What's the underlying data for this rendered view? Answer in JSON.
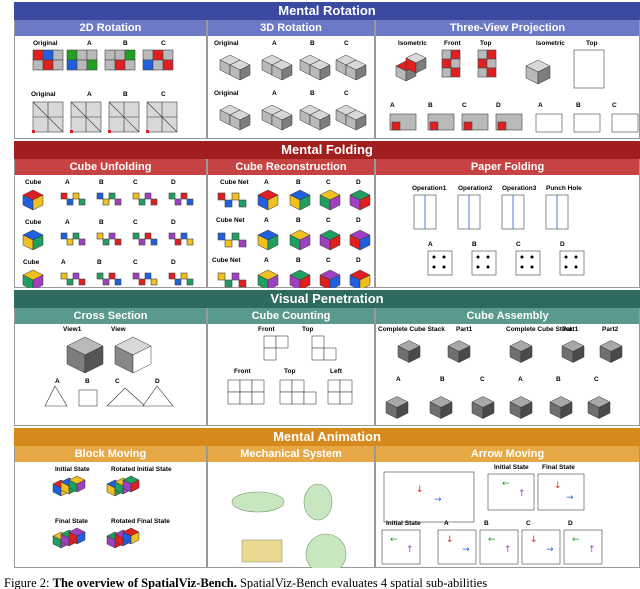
{
  "sections": [
    {
      "title": "Mental Rotation",
      "color": "#3b4aa0",
      "sub_color": "#6b79c7",
      "subs": [
        {
          "title": "2D Rotation",
          "labels": [
            "Original",
            "A",
            "B",
            "C",
            "Original",
            "A",
            "B",
            "C"
          ]
        },
        {
          "title": "3D Rotation",
          "labels": [
            "Original",
            "A",
            "B",
            "C",
            "Original",
            "A",
            "B",
            "C"
          ]
        },
        {
          "title": "Three-View Projection",
          "labels": [
            "Isometric",
            "Front",
            "Top",
            "Isometric",
            "Top",
            "A",
            "B",
            "C",
            "D",
            "A",
            "B",
            "C"
          ]
        }
      ]
    },
    {
      "title": "Mental Folding",
      "color": "#a01e1e",
      "sub_color": "#c74343",
      "subs": [
        {
          "title": "Cube Unfolding",
          "labels": [
            "Cube",
            "A",
            "B",
            "C",
            "D",
            "Cube",
            "A",
            "B",
            "C",
            "D",
            "Cube",
            "A",
            "B",
            "C",
            "D"
          ]
        },
        {
          "title": "Cube Reconstruction",
          "labels": [
            "Cube Net",
            "A",
            "B",
            "C",
            "D",
            "Cube Net",
            "A",
            "B",
            "C",
            "D",
            "Cube Net",
            "A",
            "B",
            "C",
            "D"
          ]
        },
        {
          "title": "Paper Folding",
          "labels": [
            "Operation1",
            "Operation2",
            "Operation3",
            "Punch Hole",
            "A",
            "B",
            "C",
            "D"
          ]
        }
      ]
    },
    {
      "title": "Visual Penetration",
      "color": "#2e6b5e",
      "sub_color": "#5a9a8c",
      "subs": [
        {
          "title": "Cross Section",
          "labels": [
            "View1",
            "View",
            "A",
            "B",
            "C",
            "D"
          ]
        },
        {
          "title": "Cube Counting",
          "labels": [
            "Front",
            "Top",
            "Front",
            "Top",
            "Left"
          ]
        },
        {
          "title": "Cube Assembly",
          "labels": [
            "Complete Cube Stack",
            "Part1",
            "Complete Cube Stack",
            "Part1",
            "Part2",
            "A",
            "B",
            "C",
            "A",
            "B",
            "C"
          ]
        }
      ]
    },
    {
      "title": "Mental Animation",
      "color": "#d68a1e",
      "sub_color": "#e6a845",
      "subs": [
        {
          "title": "Block Moving",
          "labels": [
            "Initial State",
            "Rotated Initial State",
            "Final State",
            "Rotated Final State"
          ]
        },
        {
          "title": "Mechanical System",
          "labels": []
        },
        {
          "title": "Arrow Moving",
          "labels": [
            "Initial State",
            "Final State",
            "Initial State",
            "A",
            "B",
            "C",
            "D"
          ]
        }
      ]
    }
  ],
  "caption": {
    "prefix": "Figure 2: ",
    "bold": "The overview of SpatialViz-Bench.",
    "rest": " SpatialViz-Bench evaluates 4 spatial sub-abilities"
  }
}
